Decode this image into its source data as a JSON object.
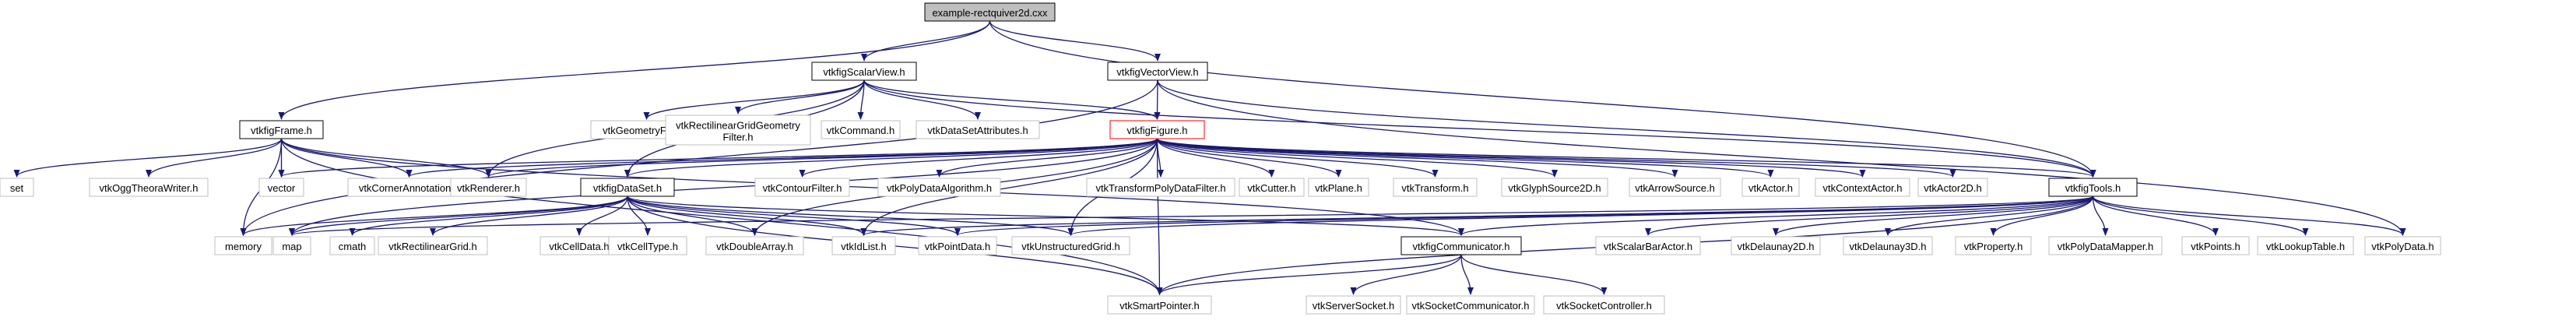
{
  "colors": {
    "background": "#ffffff",
    "edge": "#191970",
    "root_fill": "#bfbfbf",
    "node_fill": "#ffffff",
    "node_border_strong": "#000000",
    "node_border_external": "#bfbfbf",
    "node_border_highlight": "#ff0000",
    "text": "#000000"
  },
  "nodes": [
    {
      "id": "n_root",
      "label": "example-rectquiver2d.cxx",
      "style": "root"
    },
    {
      "id": "n_scalarview",
      "label": "vtkfigScalarView.h",
      "style": "strong"
    },
    {
      "id": "n_vectorview",
      "label": "vtkfigVectorView.h",
      "style": "strong"
    },
    {
      "id": "n_frame",
      "label": "vtkfigFrame.h",
      "style": "strong"
    },
    {
      "id": "n_figure",
      "label": "vtkfigFigure.h",
      "style": "highlight"
    },
    {
      "id": "n_dataset",
      "label": "vtkfigDataSet.h",
      "style": "strong"
    },
    {
      "id": "n_tools",
      "label": "vtkfigTools.h",
      "style": "strong"
    },
    {
      "id": "n_communicator",
      "label": "vtkfigCommunicator.h",
      "style": "strong"
    },
    {
      "id": "n_geometryfilter",
      "label": "vtkGeometryFilter.h",
      "style": "external"
    },
    {
      "id": "n_rectgridgeom",
      "label": "vtkRectilinearGridGeometry\nFilter.h",
      "style": "external"
    },
    {
      "id": "n_command",
      "label": "vtkCommand.h",
      "style": "external"
    },
    {
      "id": "n_datasetattr",
      "label": "vtkDataSetAttributes.h",
      "style": "external"
    },
    {
      "id": "n_set",
      "label": "set",
      "style": "external"
    },
    {
      "id": "n_ogg",
      "label": "vtkOggTheoraWriter.h",
      "style": "external"
    },
    {
      "id": "n_vector",
      "label": "vector",
      "style": "external"
    },
    {
      "id": "n_corner",
      "label": "vtkCornerAnnotation.h",
      "style": "external"
    },
    {
      "id": "n_renderer",
      "label": "vtkRenderer.h",
      "style": "external"
    },
    {
      "id": "n_contour",
      "label": "vtkContourFilter.h",
      "style": "external"
    },
    {
      "id": "n_polyalgo",
      "label": "vtkPolyDataAlgorithm.h",
      "style": "external"
    },
    {
      "id": "n_transformpoly",
      "label": "vtkTransformPolyDataFilter.h",
      "style": "external"
    },
    {
      "id": "n_cutter",
      "label": "vtkCutter.h",
      "style": "external"
    },
    {
      "id": "n_plane",
      "label": "vtkPlane.h",
      "style": "external"
    },
    {
      "id": "n_transform",
      "label": "vtkTransform.h",
      "style": "external"
    },
    {
      "id": "n_glyph",
      "label": "vtkGlyphSource2D.h",
      "style": "external"
    },
    {
      "id": "n_arrow",
      "label": "vtkArrowSource.h",
      "style": "external"
    },
    {
      "id": "n_actor",
      "label": "vtkActor.h",
      "style": "external"
    },
    {
      "id": "n_contextactor",
      "label": "vtkContextActor.h",
      "style": "external"
    },
    {
      "id": "n_actor2d",
      "label": "vtkActor2D.h",
      "style": "external"
    },
    {
      "id": "n_memory",
      "label": "memory",
      "style": "external"
    },
    {
      "id": "n_map",
      "label": "map",
      "style": "external"
    },
    {
      "id": "n_cmath",
      "label": "cmath",
      "style": "external"
    },
    {
      "id": "n_rectgrid",
      "label": "vtkRectilinearGrid.h",
      "style": "external"
    },
    {
      "id": "n_celldata",
      "label": "vtkCellData.h",
      "style": "external"
    },
    {
      "id": "n_celltype",
      "label": "vtkCellType.h",
      "style": "external"
    },
    {
      "id": "n_doublearray",
      "label": "vtkDoubleArray.h",
      "style": "external"
    },
    {
      "id": "n_idlist",
      "label": "vtkIdList.h",
      "style": "external"
    },
    {
      "id": "n_pointdata",
      "label": "vtkPointData.h",
      "style": "external"
    },
    {
      "id": "n_ugrid",
      "label": "vtkUnstructuredGrid.h",
      "style": "external"
    },
    {
      "id": "n_scalarbar",
      "label": "vtkScalarBarActor.h",
      "style": "external"
    },
    {
      "id": "n_delaunay2d",
      "label": "vtkDelaunay2D.h",
      "style": "external"
    },
    {
      "id": "n_delaunay3d",
      "label": "vtkDelaunay3D.h",
      "style": "external"
    },
    {
      "id": "n_property",
      "label": "vtkProperty.h",
      "style": "external"
    },
    {
      "id": "n_polymapper",
      "label": "vtkPolyDataMapper.h",
      "style": "external"
    },
    {
      "id": "n_points",
      "label": "vtkPoints.h",
      "style": "external"
    },
    {
      "id": "n_lookup",
      "label": "vtkLookupTable.h",
      "style": "external"
    },
    {
      "id": "n_polydata",
      "label": "vtkPolyData.h",
      "style": "external"
    },
    {
      "id": "n_smartpointer",
      "label": "vtkSmartPointer.h",
      "style": "external"
    },
    {
      "id": "n_serversocket",
      "label": "vtkServerSocket.h",
      "style": "external"
    },
    {
      "id": "n_socketcomm",
      "label": "vtkSocketCommunicator.h",
      "style": "external"
    },
    {
      "id": "n_socketctrl",
      "label": "vtkSocketController.h",
      "style": "external"
    }
  ],
  "edges": [
    [
      "n_root",
      "n_scalarview"
    ],
    [
      "n_root",
      "n_vectorview"
    ],
    [
      "n_root",
      "n_frame"
    ],
    [
      "n_root",
      "n_tools"
    ],
    [
      "n_scalarview",
      "n_figure"
    ],
    [
      "n_scalarview",
      "n_geometryfilter"
    ],
    [
      "n_scalarview",
      "n_rectgridgeom"
    ],
    [
      "n_scalarview",
      "n_command"
    ],
    [
      "n_scalarview",
      "n_datasetattr"
    ],
    [
      "n_scalarview",
      "n_renderer"
    ],
    [
      "n_scalarview",
      "n_dataset"
    ],
    [
      "n_scalarview",
      "n_tools"
    ],
    [
      "n_vectorview",
      "n_figure"
    ],
    [
      "n_vectorview",
      "n_tools"
    ],
    [
      "n_vectorview",
      "n_polydata"
    ],
    [
      "n_vectorview",
      "n_memory"
    ],
    [
      "n_frame",
      "n_set"
    ],
    [
      "n_frame",
      "n_ogg"
    ],
    [
      "n_frame",
      "n_vector"
    ],
    [
      "n_frame",
      "n_corner"
    ],
    [
      "n_frame",
      "n_renderer"
    ],
    [
      "n_frame",
      "n_memory"
    ],
    [
      "n_frame",
      "n_smartpointer"
    ],
    [
      "n_frame",
      "n_communicator"
    ],
    [
      "n_figure",
      "n_vector"
    ],
    [
      "n_figure",
      "n_corner"
    ],
    [
      "n_figure",
      "n_renderer"
    ],
    [
      "n_figure",
      "n_contour"
    ],
    [
      "n_figure",
      "n_polyalgo"
    ],
    [
      "n_figure",
      "n_transformpoly"
    ],
    [
      "n_figure",
      "n_cutter"
    ],
    [
      "n_figure",
      "n_plane"
    ],
    [
      "n_figure",
      "n_transform"
    ],
    [
      "n_figure",
      "n_glyph"
    ],
    [
      "n_figure",
      "n_arrow"
    ],
    [
      "n_figure",
      "n_actor"
    ],
    [
      "n_figure",
      "n_contextactor"
    ],
    [
      "n_figure",
      "n_actor2d"
    ],
    [
      "n_figure",
      "n_tools"
    ],
    [
      "n_figure",
      "n_dataset"
    ],
    [
      "n_figure",
      "n_map"
    ],
    [
      "n_figure",
      "n_doublearray"
    ],
    [
      "n_figure",
      "n_idlist"
    ],
    [
      "n_figure",
      "n_smartpointer"
    ],
    [
      "n_figure",
      "n_ugrid"
    ],
    [
      "n_dataset",
      "n_memory"
    ],
    [
      "n_dataset",
      "n_map"
    ],
    [
      "n_dataset",
      "n_cmath"
    ],
    [
      "n_dataset",
      "n_rectgrid"
    ],
    [
      "n_dataset",
      "n_celldata"
    ],
    [
      "n_dataset",
      "n_celltype"
    ],
    [
      "n_dataset",
      "n_doublearray"
    ],
    [
      "n_dataset",
      "n_idlist"
    ],
    [
      "n_dataset",
      "n_pointdata"
    ],
    [
      "n_dataset",
      "n_ugrid"
    ],
    [
      "n_dataset",
      "n_smartpointer"
    ],
    [
      "n_dataset",
      "n_communicator"
    ],
    [
      "n_tools",
      "n_map"
    ],
    [
      "n_tools",
      "n_pointdata"
    ],
    [
      "n_tools",
      "n_ugrid"
    ],
    [
      "n_tools",
      "n_communicator"
    ],
    [
      "n_tools",
      "n_scalarbar"
    ],
    [
      "n_tools",
      "n_delaunay2d"
    ],
    [
      "n_tools",
      "n_delaunay3d"
    ],
    [
      "n_tools",
      "n_property"
    ],
    [
      "n_tools",
      "n_polymapper"
    ],
    [
      "n_tools",
      "n_points"
    ],
    [
      "n_tools",
      "n_lookup"
    ],
    [
      "n_tools",
      "n_polydata"
    ],
    [
      "n_tools",
      "n_idlist"
    ],
    [
      "n_tools",
      "n_smartpointer"
    ],
    [
      "n_communicator",
      "n_smartpointer"
    ],
    [
      "n_communicator",
      "n_serversocket"
    ],
    [
      "n_communicator",
      "n_socketcomm"
    ],
    [
      "n_communicator",
      "n_socketctrl"
    ]
  ]
}
